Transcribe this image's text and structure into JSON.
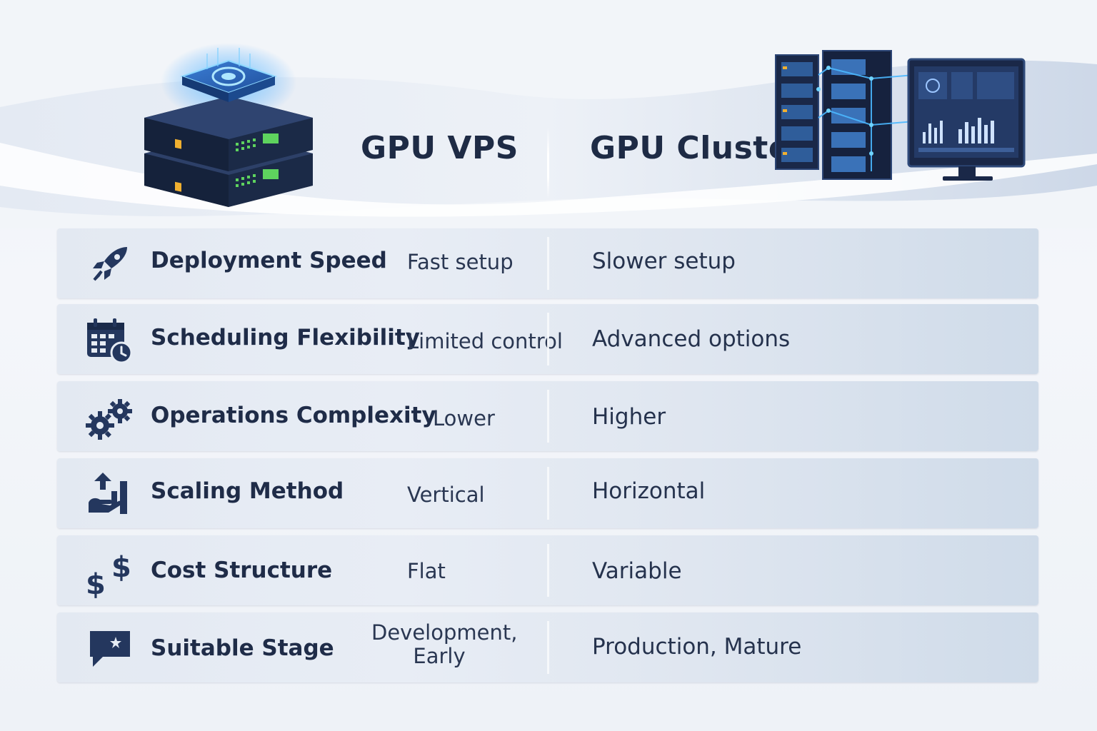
{
  "header": {
    "vps_title": "GPU VPS",
    "cluster_title": "GPU Cluster"
  },
  "rows": [
    {
      "label": "Deployment Speed",
      "icon": "rocket-icon",
      "vps": "Fast setup",
      "cluster": "Slower setup"
    },
    {
      "label": "Scheduling Flexibility",
      "icon": "calendar-clock-icon",
      "vps": "Limited control",
      "cluster": "Advanced options"
    },
    {
      "label": "Operations Complexity",
      "icon": "gears-icon",
      "vps": "Lower",
      "cluster": "Higher"
    },
    {
      "label": "Scaling Method",
      "icon": "scaling-chart-icon",
      "vps": "Vertical",
      "cluster": "Horizontal"
    },
    {
      "label": "Cost Structure",
      "icon": "dollar-icon",
      "vps": "Flat",
      "cluster": "Variable"
    },
    {
      "label": "Suitable Stage",
      "icon": "chat-star-icon",
      "vps": "Development,",
      "vps_line2": "Early",
      "cluster": "Production, Mature"
    }
  ],
  "colors": {
    "title": "#1e2b45",
    "icon_navy": "#24375e",
    "accent_glow": "#3aa0ff",
    "server_green": "#5ed35e",
    "server_amber": "#f0b030"
  }
}
